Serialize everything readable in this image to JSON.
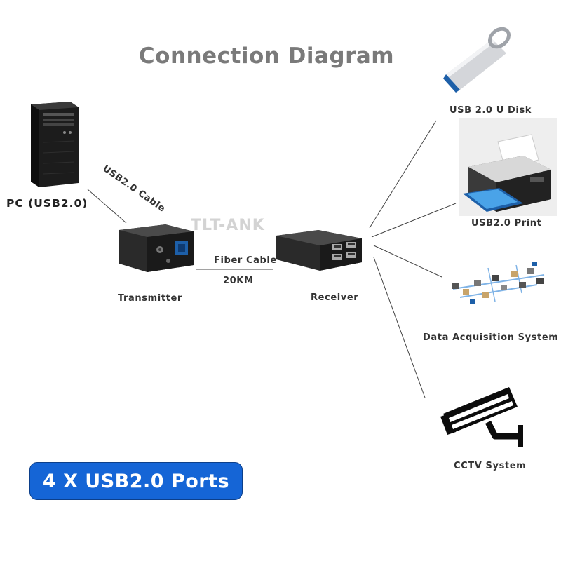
{
  "title": "Connection Diagram",
  "watermark": "TLT-ANK",
  "nodes": {
    "pc": "PC (USB2.0)",
    "transmitter": "Transmitter",
    "receiver": "Receiver",
    "u_disk": "USB 2.0 U Disk",
    "printer": "USB2.0 Print",
    "data_acq": "Data Acquisition System",
    "cctv": "CCTV System"
  },
  "links": {
    "usb_cable": "USB2.0 Cable",
    "fiber_cable": "Fiber Cable",
    "distance": "20KM"
  },
  "badge": "4 X USB2.0 Ports",
  "colors": {
    "badge_bg": "#1565d6",
    "title": "#7a7a7a",
    "device_body": "#2a2a2a",
    "fiber_module": "#1d5fa8"
  }
}
